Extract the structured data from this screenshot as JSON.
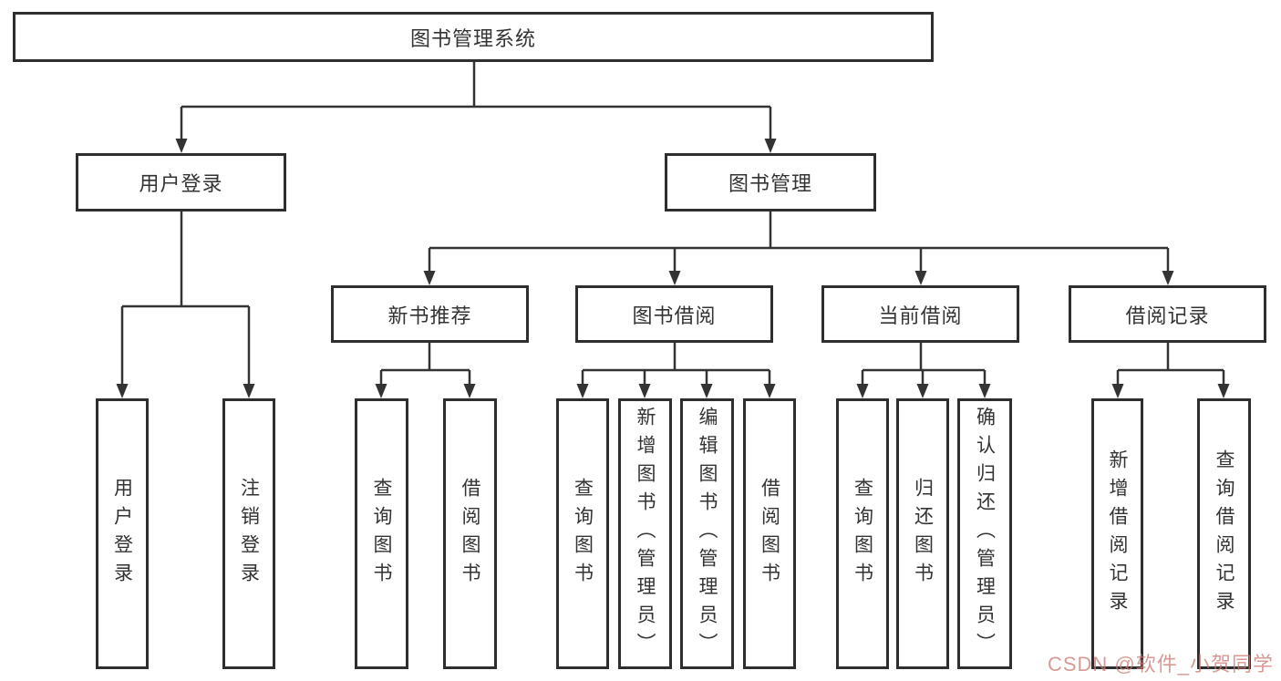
{
  "diagram": {
    "root": {
      "label": "图书管理系统"
    },
    "branches": [
      {
        "label": "用户登录",
        "children": [
          {
            "label": "用户登录"
          },
          {
            "label": "注销登录"
          }
        ]
      },
      {
        "label": "图书管理",
        "children": [
          {
            "label": "新书推荐",
            "children": [
              {
                "label": "查询图书"
              },
              {
                "label": "借阅图书"
              }
            ]
          },
          {
            "label": "图书借阅",
            "children": [
              {
                "label": "查询图书"
              },
              {
                "label": "新增图书（管理员）"
              },
              {
                "label": "编辑图书（管理员）"
              },
              {
                "label": "借阅图书"
              }
            ]
          },
          {
            "label": "当前借阅",
            "children": [
              {
                "label": "查询图书"
              },
              {
                "label": "归还图书"
              },
              {
                "label": "确认归还（管理员）"
              }
            ]
          },
          {
            "label": "借阅记录",
            "children": [
              {
                "label": "新增借阅记录"
              },
              {
                "label": "查询借阅记录"
              }
            ]
          }
        ]
      }
    ]
  },
  "watermark": {
    "text": "CSDN @软件_小贺同学"
  },
  "colors": {
    "line": "#333333",
    "box_border": "#2e2e2e",
    "text": "#333333",
    "background": "#ffffff",
    "watermark": "#c97870"
  }
}
